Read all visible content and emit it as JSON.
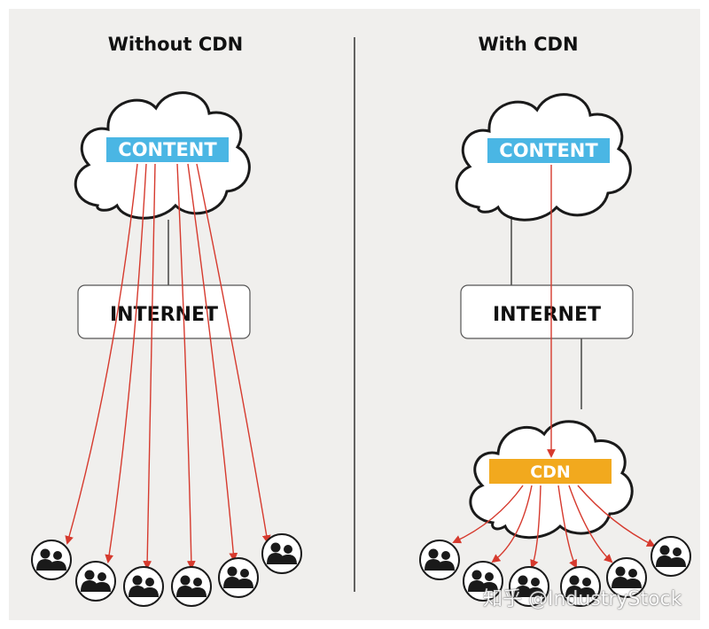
{
  "panels": {
    "left": {
      "title": "Without CDN",
      "content_label": "CONTENT",
      "internet_label": "INTERNET"
    },
    "right": {
      "title": "With CDN",
      "content_label": "CONTENT",
      "internet_label": "INTERNET",
      "cdn_label": "CDN"
    }
  },
  "watermark": "知乎 @IndustryStock",
  "colors": {
    "background": "#f0efed",
    "content_box": "#4ab6e4",
    "cdn_box": "#f2a91e",
    "arrow": "#d63a2e",
    "divider": "#333333"
  },
  "icons": [
    "cloud-icon",
    "user-group-icon",
    "arrow-icon"
  ]
}
